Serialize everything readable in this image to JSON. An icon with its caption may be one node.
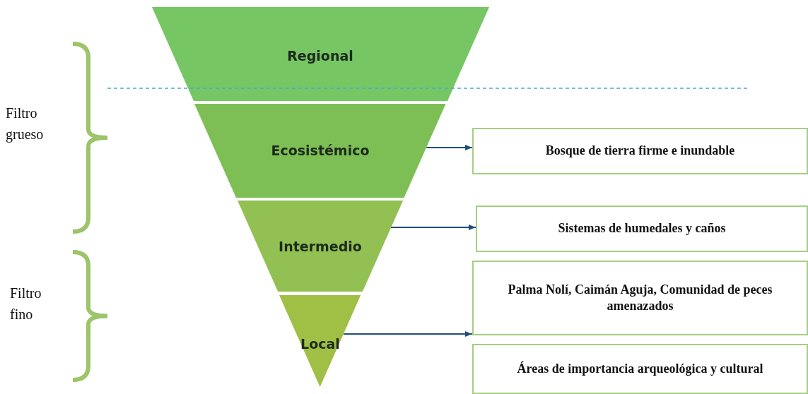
{
  "diagram": {
    "nodes": [
      {
        "text": [
          "Regional"
        ]
      },
      {
        "text": [
          "Ecosistémico"
        ]
      },
      {
        "text": [
          "Intermedio"
        ]
      },
      {
        "text": [
          "Local"
        ]
      },
      {
        "text": [
          "Bosque de tierra firme e inundable"
        ]
      },
      {
        "text": [
          "Sistemas de humedales y caños"
        ]
      },
      {
        "text": [
          "Palma Nolí, Caimán Aguja, Comunidad de peces amenazados"
        ]
      },
      {
        "text": [
          "Áreas de importancia arqueológica y cultural"
        ]
      }
    ],
    "edges": [
      {
        "from": 1,
        "to": 4,
        "arrow": "to"
      },
      {
        "from": 2,
        "to": 5,
        "arrow": "to"
      },
      {
        "from": 3,
        "to": 6,
        "arrow": "to"
      }
    ],
    "labels": [
      "Filtro grueso",
      "Filtro fino"
    ]
  }
}
